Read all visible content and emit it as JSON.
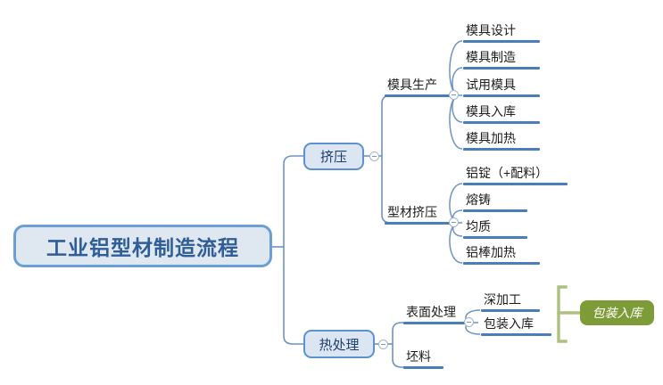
{
  "diagram": {
    "title": "工业铝型材制造流程",
    "type": "mindmap"
  },
  "colors": {
    "root_fill": "#dfe7f1",
    "root_border": "#6a9ed4",
    "root_text": "#2f5d96",
    "branch_fill": "#dce6f2",
    "branch_border": "#5b92cf",
    "branch_text": "#1f3f6b",
    "rule": "#4a7ebb",
    "connector": "#6f93c4",
    "callout_fill": "#7d9b37",
    "callout_bracket": "#adc07f",
    "callout_text": "#ffffff",
    "leaf_text": "#1d1d1d"
  },
  "root": {
    "label": "工业铝型材制造流程"
  },
  "branches": [
    {
      "id": "extrusion",
      "label": "挤压",
      "collapse_glyph": "minus",
      "children": [
        {
          "id": "mold-production",
          "label": "模具生产",
          "collapse_glyph": "minus",
          "leaves": [
            {
              "label": "模具设计"
            },
            {
              "label": "模具制造"
            },
            {
              "label": "试用模具"
            },
            {
              "label": "模具入库"
            },
            {
              "label": "模具加热"
            }
          ]
        },
        {
          "id": "profile-extrusion",
          "label": "型材挤压",
          "collapse_glyph": "minus",
          "leaves": [
            {
              "label": "铝锭（+配料）"
            },
            {
              "label": "熔铸"
            },
            {
              "label": "均质"
            },
            {
              "label": "铝棒加热"
            }
          ]
        }
      ]
    },
    {
      "id": "heat-treatment",
      "label": "热处理",
      "collapse_glyph": "minus",
      "children": [
        {
          "id": "surface-treatment",
          "label": "表面处理",
          "collapse_glyph": "minus",
          "leaves": [
            {
              "label": "深加工"
            },
            {
              "label": "包装入库"
            }
          ]
        },
        {
          "id": "blank",
          "label": "坯料",
          "collapse_glyph": "none",
          "leaves": []
        }
      ]
    }
  ],
  "callout": {
    "label": "包装入库"
  }
}
